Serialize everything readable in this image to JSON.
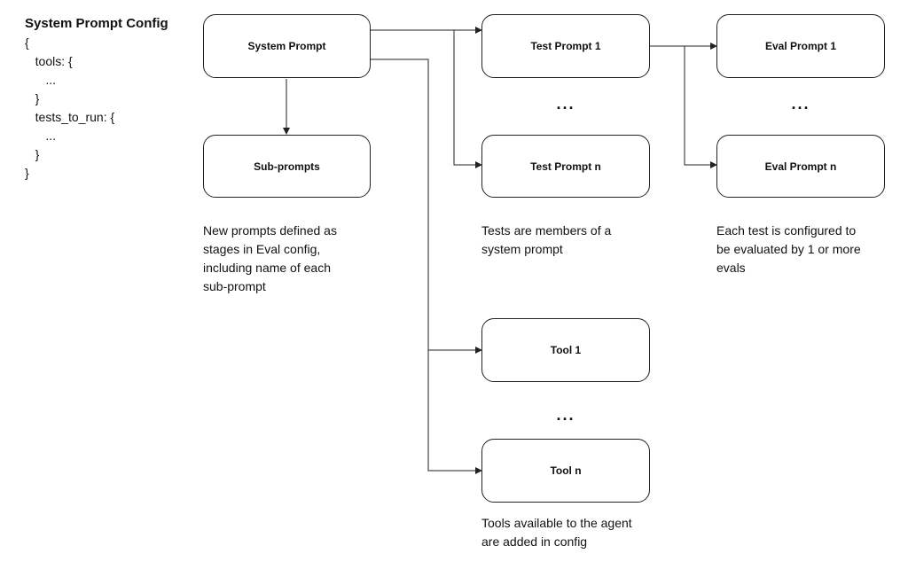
{
  "config": {
    "title": "System Prompt Config",
    "lines": [
      "{",
      "   tools: {",
      "      ...",
      "   }",
      "   tests_to_run: {",
      "      ...",
      "   }",
      "}"
    ]
  },
  "boxes": {
    "system_prompt": "System Prompt",
    "sub_prompts": "Sub-prompts",
    "test_prompt_1": "Test Prompt 1",
    "test_prompt_n": "Test Prompt n",
    "eval_prompt_1": "Eval Prompt 1",
    "eval_prompt_n": "Eval Prompt n",
    "tool_1": "Tool 1",
    "tool_n": "Tool n"
  },
  "ellipsis": "...",
  "notes": {
    "sub_prompts": [
      "New prompts defined as",
      "stages in Eval config,",
      "including name of each",
      "sub-prompt"
    ],
    "tests": [
      "Tests are members of a",
      "system prompt"
    ],
    "evals": [
      "Each test is configured to",
      "be evaluated by 1 or more",
      "evals"
    ],
    "tools": [
      "Tools available to the agent",
      "are added in config"
    ]
  }
}
